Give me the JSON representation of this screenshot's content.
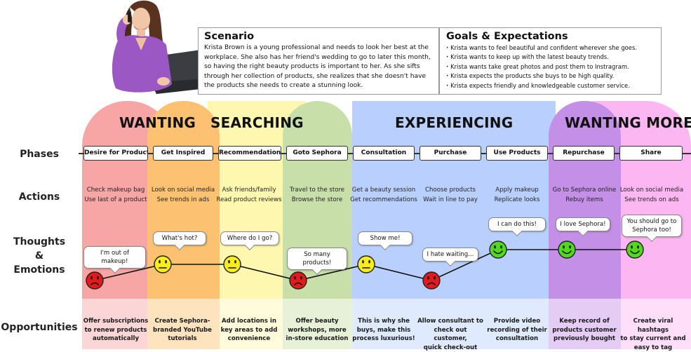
{
  "scenario": {
    "title": "Scenario",
    "text": "Krista Brown is a young professional and needs to look her best at the workplace. She also has her friend's wedding to go to later this month, so having the right beauty products is important to her. As she sifts through her collection of products, she realizes that she doesn't have the products she needs to create a stunning look."
  },
  "goals": {
    "title": "Goals & Expectations",
    "items": [
      "Krista wants to feel beautiful and confident wherever she goes.",
      "Krista wants to keep up with the latest beauty trends.",
      "Krista wants take great photos and post them to Instragram.",
      "Krista expects the products she buys to be high quality.",
      "Krista expects friendly and knowledgeable customer service."
    ]
  },
  "stages": [
    "WANTING",
    "SEARCHING",
    "EXPERIENCING",
    "WANTING MORE"
  ],
  "row_labels": {
    "phases": "Phases",
    "actions": "Actions",
    "thoughts_1": "Thoughts",
    "thoughts_2": "&",
    "thoughts_3": "Emotions",
    "opportunities": "Opportunities"
  },
  "phases": [
    "Desire for Product",
    "Get Inspired",
    "Recommendations",
    "Goto Sephora",
    "Consultation",
    "Purchase",
    "Use Products",
    "Repurchase",
    "Share"
  ],
  "actions": [
    [
      "Check makeup bag",
      "Use last of a product"
    ],
    [
      "Look on social media",
      "See trends in ads"
    ],
    [
      "Ask friends/family",
      "Read product reviews"
    ],
    [
      "Travel to the store",
      "Browse the store"
    ],
    [
      "Get a beauty session",
      "Get recommendations"
    ],
    [
      "Choose products",
      "Wait in line to pay"
    ],
    [
      "Apply makeup",
      "Replicate looks"
    ],
    [
      "Go to Sephora online",
      "Rebuy items"
    ],
    [
      "Look on social media",
      "See trends on ads"
    ]
  ],
  "thoughts": [
    "I'm out of makeup!",
    "What's hot?",
    "Where do I go?",
    "So many products!",
    "Show me!",
    "I hate waiting...",
    "I can do this!",
    "I love Sephora!",
    "You should go to Sephora too!"
  ],
  "emotions": [
    "sad",
    "neutral",
    "neutral",
    "sad",
    "neutral",
    "sad",
    "happy",
    "happy",
    "happy"
  ],
  "emotion_colors": {
    "sad": "#e01b1b",
    "neutral": "#f7ec1c",
    "happy": "#52d821"
  },
  "opportunities": [
    [
      "Offer subscriptions",
      "to renew products",
      "automatically"
    ],
    [
      "Create Sephora-",
      "branded YouTube",
      "tutorials"
    ],
    [
      "Add locations in",
      "key areas to add",
      "convenience"
    ],
    [
      "Offer beauty",
      "workshops, more",
      "in-store education"
    ],
    [
      "This is why she",
      "buys, make this",
      "process luxurious!"
    ],
    [
      "Allow consultant to",
      "check out customer,",
      "quick check-out"
    ],
    [
      "Provide video",
      "recording of their",
      "consultation"
    ],
    [
      "Keep record of",
      "products customer",
      "previously bought"
    ],
    [
      "Create viral hashtags",
      "to stay current and",
      "easy to tag"
    ]
  ],
  "colors": {
    "wanting": "#f8a5a5",
    "inspired": "#fcc271",
    "searching": "#fef7b0",
    "sephora": "#c9dfa9",
    "experiencing": "#b9d0ff",
    "repurchase": "#c48fe6",
    "wanting_more": "#fcb6f1"
  }
}
